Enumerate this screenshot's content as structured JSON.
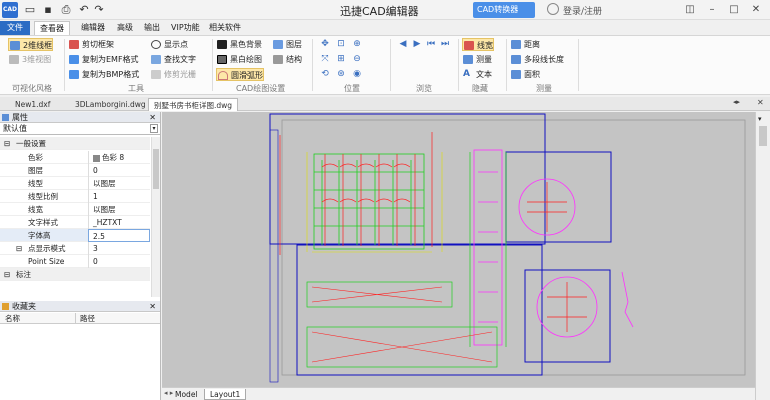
{
  "app": {
    "title": "迅捷CAD编辑器",
    "logo": "CAD",
    "convert_button": "CAD转换器",
    "login": "登录/注册"
  },
  "quick_access": {
    "icons": [
      "folder-icon",
      "save-icon",
      "print-icon",
      "undo-icon",
      "redo-icon"
    ]
  },
  "menu_tabs": [
    "文件",
    "查看器",
    "编辑器",
    "高级",
    "输出",
    "VIP功能",
    "相关软件"
  ],
  "ribbon": {
    "view_style": {
      "btn_2d": "2维线框",
      "btn_3d": "3维视图",
      "group": "可视化风格"
    },
    "tools": {
      "items": [
        "剪切框架",
        "复制为EMF格式",
        "复制为BMP格式"
      ],
      "items2": [
        "显示点",
        "查找文字",
        "修剪光栅"
      ],
      "group": "工具"
    },
    "cad_settings": {
      "items": [
        "黑色背景",
        "黑白绘图",
        "圆滑弧形"
      ],
      "items2": [
        "图层",
        "结构"
      ],
      "group": "CAD绘图设置"
    },
    "position": {
      "group": "位置"
    },
    "browse": {
      "group": "浏览"
    },
    "hide": {
      "items": [
        "线宽",
        "测量",
        "文本"
      ],
      "group": "隐藏"
    },
    "measure": {
      "items": [
        "距离",
        "多段线长度",
        "面积"
      ],
      "group": "测量"
    }
  },
  "doc_tabs": [
    "New1.dxf",
    "3DLamborgini.dwg",
    "别墅书房书柜详图.dwg"
  ],
  "properties": {
    "title": "属性",
    "selector": "默认值",
    "section_general": "一般设置",
    "rows": [
      {
        "k": "色彩",
        "v": "色彩 8"
      },
      {
        "k": "图层",
        "v": "0"
      },
      {
        "k": "线型",
        "v": "以图层"
      },
      {
        "k": "线型比例",
        "v": "1"
      },
      {
        "k": "线宽",
        "v": "以图层"
      },
      {
        "k": "文字样式",
        "v": "_HZTXT"
      },
      {
        "k": "字体高",
        "v": "2.5"
      },
      {
        "k": "点显示模式",
        "v": "3"
      },
      {
        "k": "Point Size",
        "v": "0"
      }
    ],
    "section_annot": "标注"
  },
  "favorites": {
    "title": "收藏夹",
    "col_name": "名称",
    "col_path": "路径"
  },
  "layout_tabs": [
    "Model",
    "Layout1"
  ],
  "colors": {
    "accent": "#2b6cc4",
    "canvas": "#c4c4c4",
    "cad_red": "#ff2020",
    "cad_green": "#20d020",
    "cad_yellow": "#e0e000",
    "cad_blue": "#1010c0",
    "cad_magenta": "#ff30ff"
  }
}
